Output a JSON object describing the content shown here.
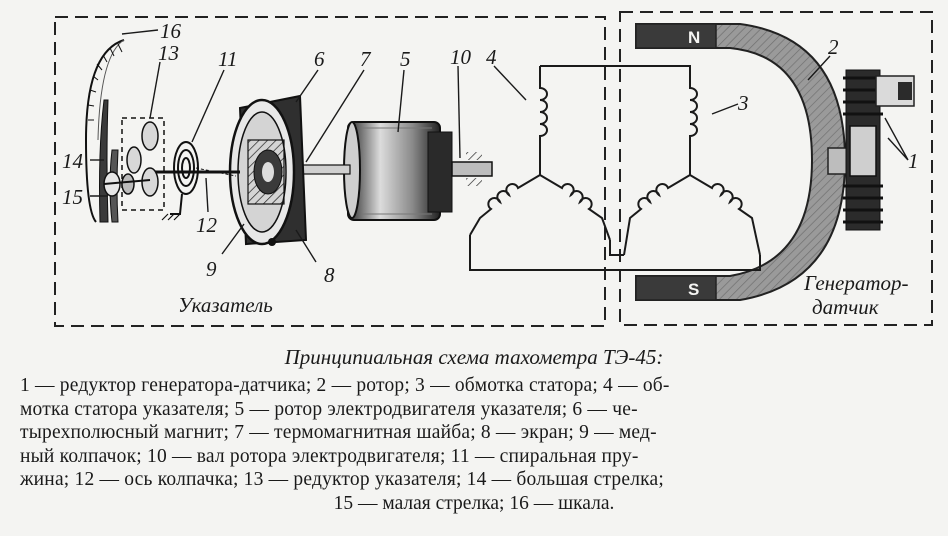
{
  "diagram": {
    "sections": {
      "indicator": "Указатель",
      "generator_line1": "Генератор-",
      "generator_line2": "датчик"
    },
    "poles": {
      "north": "N",
      "south": "S"
    },
    "numbers": [
      "1",
      "2",
      "3",
      "4",
      "5",
      "6",
      "7",
      "8",
      "9",
      "10",
      "11",
      "12",
      "13",
      "14",
      "15",
      "16"
    ]
  },
  "caption": {
    "title": "Принципиальная схема тахометра ТЭ-45:",
    "line1": "1 — редуктор генератора-датчика; 2 — ротор; 3 — обмотка статора; 4 — об-",
    "line2": "мотка статора указателя; 5 — ротор электродвигателя указателя; 6 — че-",
    "line3": "тырехполюсный магнит; 7 — термомагнитная шайба; 8 — экран; 9 — мед-",
    "line4": "ный колпачок; 10 — вал ротора электродвигателя; 11 — спиральная пру-",
    "line5": "жина; 12 — ось колпачка; 13 — редуктор указателя; 14 — большая стрелка;",
    "line6": "15 — малая стрелка; 16 — шкала."
  }
}
